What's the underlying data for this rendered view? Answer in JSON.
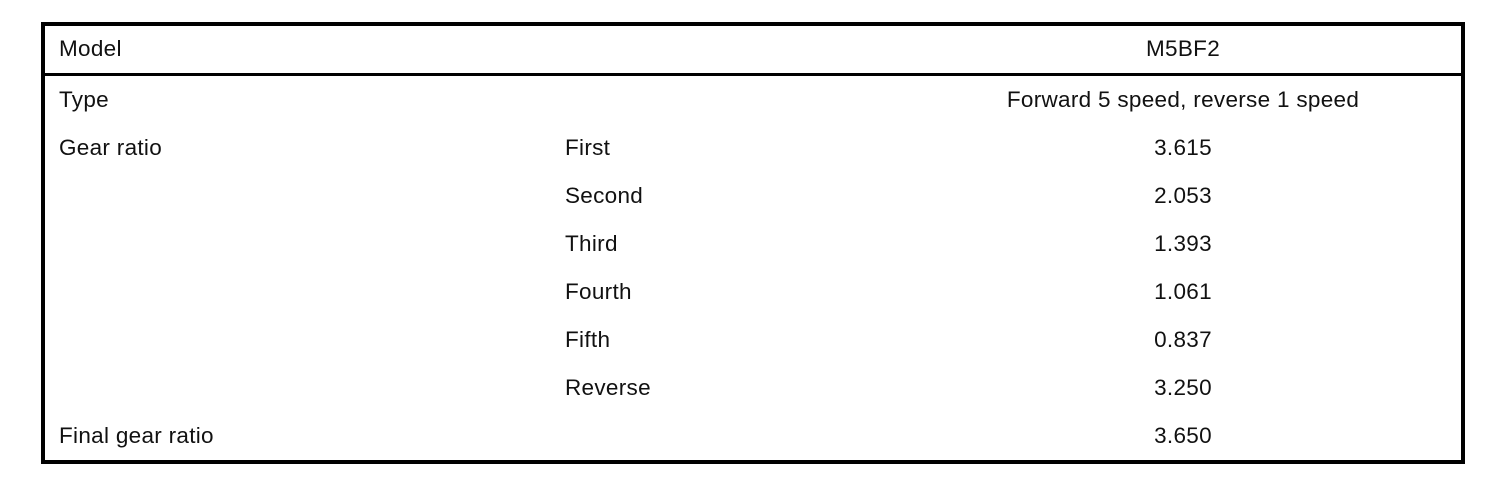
{
  "document": {
    "kind": "transmission-specification-table",
    "text_color": "#111111",
    "border_color": "#000000",
    "background_color": "#ffffff"
  },
  "table": {
    "model_row": {
      "label": "Model",
      "value": "M5BF2"
    },
    "rows": [
      {
        "label": "Type",
        "gear": "",
        "value": "Forward 5 speed, reverse 1 speed"
      },
      {
        "label": "Gear ratio",
        "gear": "First",
        "value": "3.615"
      },
      {
        "label": "",
        "gear": "Second",
        "value": "2.053"
      },
      {
        "label": "",
        "gear": "Third",
        "value": "1.393"
      },
      {
        "label": "",
        "gear": "Fourth",
        "value": "1.061"
      },
      {
        "label": "",
        "gear": "Fifth",
        "value": "0.837"
      },
      {
        "label": "",
        "gear": "Reverse",
        "value": "3.250"
      },
      {
        "label": "Final gear ratio",
        "gear": "",
        "value": "3.650"
      }
    ]
  }
}
